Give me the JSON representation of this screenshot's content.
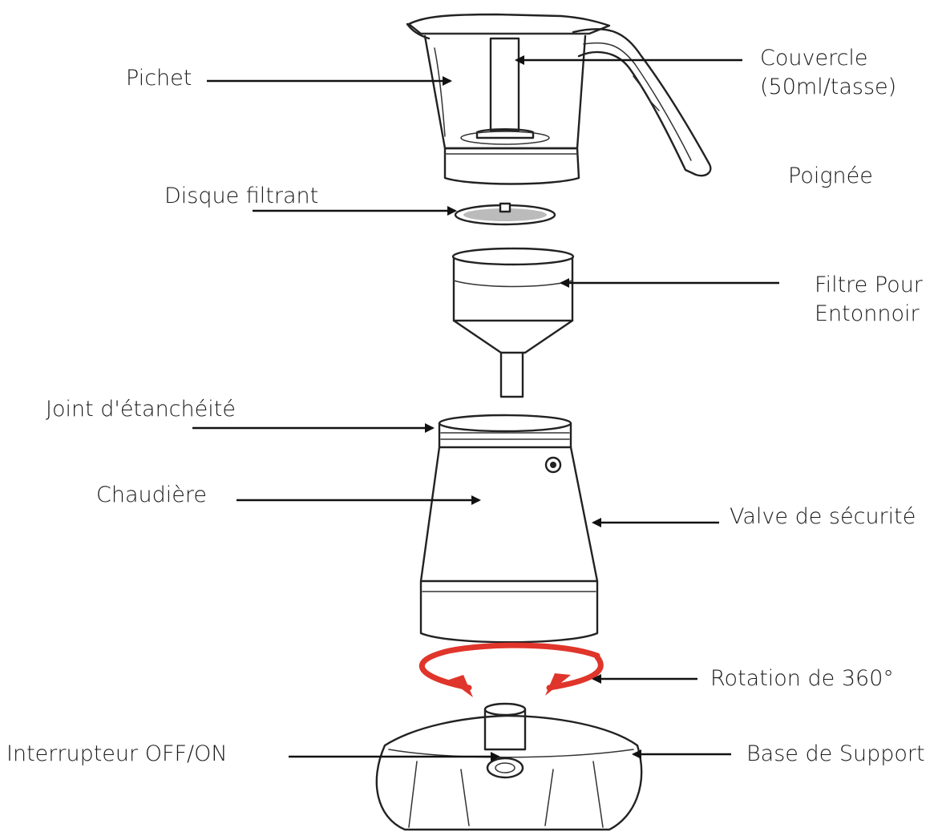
{
  "labels": {
    "pichet": "Pichet",
    "couvercle_line1": "Couvercle",
    "couvercle_line2": "(50ml/tasse)",
    "poignee": "Poignée",
    "disque_filtrant": "Disque filtrant",
    "filtre_line1": "Filtre Pour",
    "filtre_line2": "Entonnoir",
    "joint": "Joint d'étanchéité",
    "chaudiere": "Chaudière",
    "valve": "Valve de sécurité",
    "rotation": "Rotation de 360°",
    "interrupteur": "Interrupteur OFF/ON",
    "base": "Base de Support"
  },
  "colors": {
    "ink": "#222222",
    "rotation_arrow": "#e0352b",
    "background": "#ffffff"
  }
}
